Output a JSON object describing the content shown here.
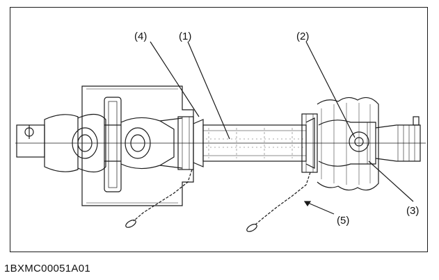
{
  "callouts": [
    {
      "id": "c1",
      "label": "(1)"
    },
    {
      "id": "c2",
      "label": "(2)"
    },
    {
      "id": "c3",
      "label": "(3)"
    },
    {
      "id": "c4",
      "label": "(4)"
    },
    {
      "id": "c5",
      "label": "(5)"
    }
  ],
  "figure_code": "1BXMC00051A01",
  "colors": {
    "line": "#1a1a1a",
    "hatch": "#555555",
    "paper": "#ffffff"
  }
}
